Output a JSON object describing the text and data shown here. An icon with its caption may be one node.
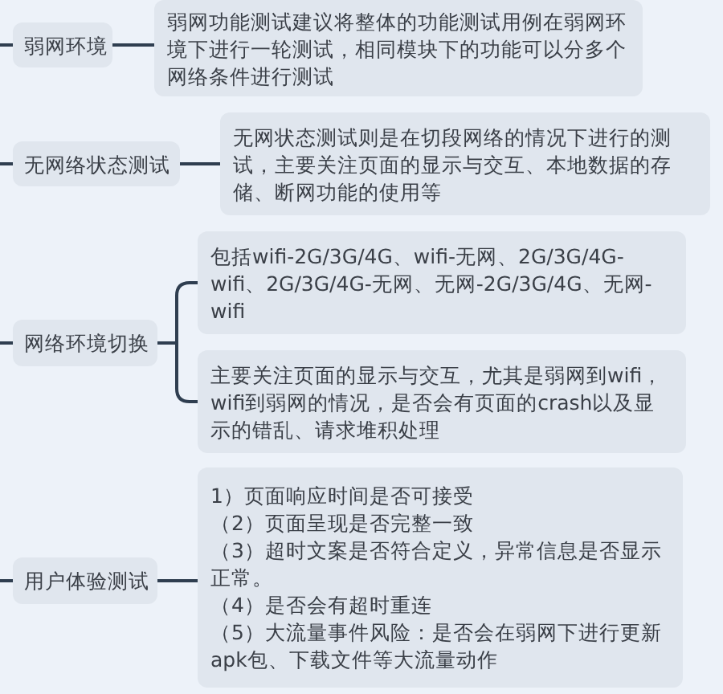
{
  "diagram": {
    "nodes": [
      {
        "text": [
          "弱网环境"
        ]
      },
      {
        "text": [
          "弱网功能测试建议将整体的功能测试用例在弱网环境下进行一轮测试，相同模块下的功能可以分多个网络条件进行测试"
        ]
      },
      {
        "text": [
          "无网络状态测试"
        ]
      },
      {
        "text": [
          "无网状态测试则是在切段网络的情况下进行的测试，主要关注页面的显示与交互、本地数据的存储、断网功能的使用等"
        ]
      },
      {
        "text": [
          "网络环境切换"
        ]
      },
      {
        "text": [
          "包括wifi-2G/3G/4G、wifi-无网、2G/3G/4G-wifi、2G/3G/4G-无网、无网-2G/3G/4G、无网-wifi"
        ]
      },
      {
        "text": [
          "主要关注页面的显示与交互，尤其是弱网到wifi，wifi到弱网的情况，是否会有页面的crash以及显示的错乱、请求堆积处理"
        ]
      },
      {
        "text": [
          "用户体验测试"
        ]
      },
      {
        "text": [
          "1）页面响应时间是否可接受",
          "（2）页面呈现是否完整一致",
          "（3）超时文案是否符合定义，异常信息是否显示正常。",
          "（4）是否会有超时重连",
          "（5）大流量事件风险：是否会在弱网下进行更新apk包、下载文件等大流量动作"
        ]
      }
    ],
    "edges": [
      {
        "from": null,
        "to": 0,
        "arrow": "none"
      },
      {
        "from": 0,
        "to": 1,
        "arrow": "none"
      },
      {
        "from": null,
        "to": 2,
        "arrow": "none"
      },
      {
        "from": 2,
        "to": 3,
        "arrow": "none"
      },
      {
        "from": null,
        "to": 4,
        "arrow": "none"
      },
      {
        "from": 4,
        "to": 5,
        "arrow": "none"
      },
      {
        "from": 4,
        "to": 6,
        "arrow": "none"
      },
      {
        "from": null,
        "to": 7,
        "arrow": "none"
      },
      {
        "from": 7,
        "to": 8,
        "arrow": "none"
      }
    ]
  }
}
